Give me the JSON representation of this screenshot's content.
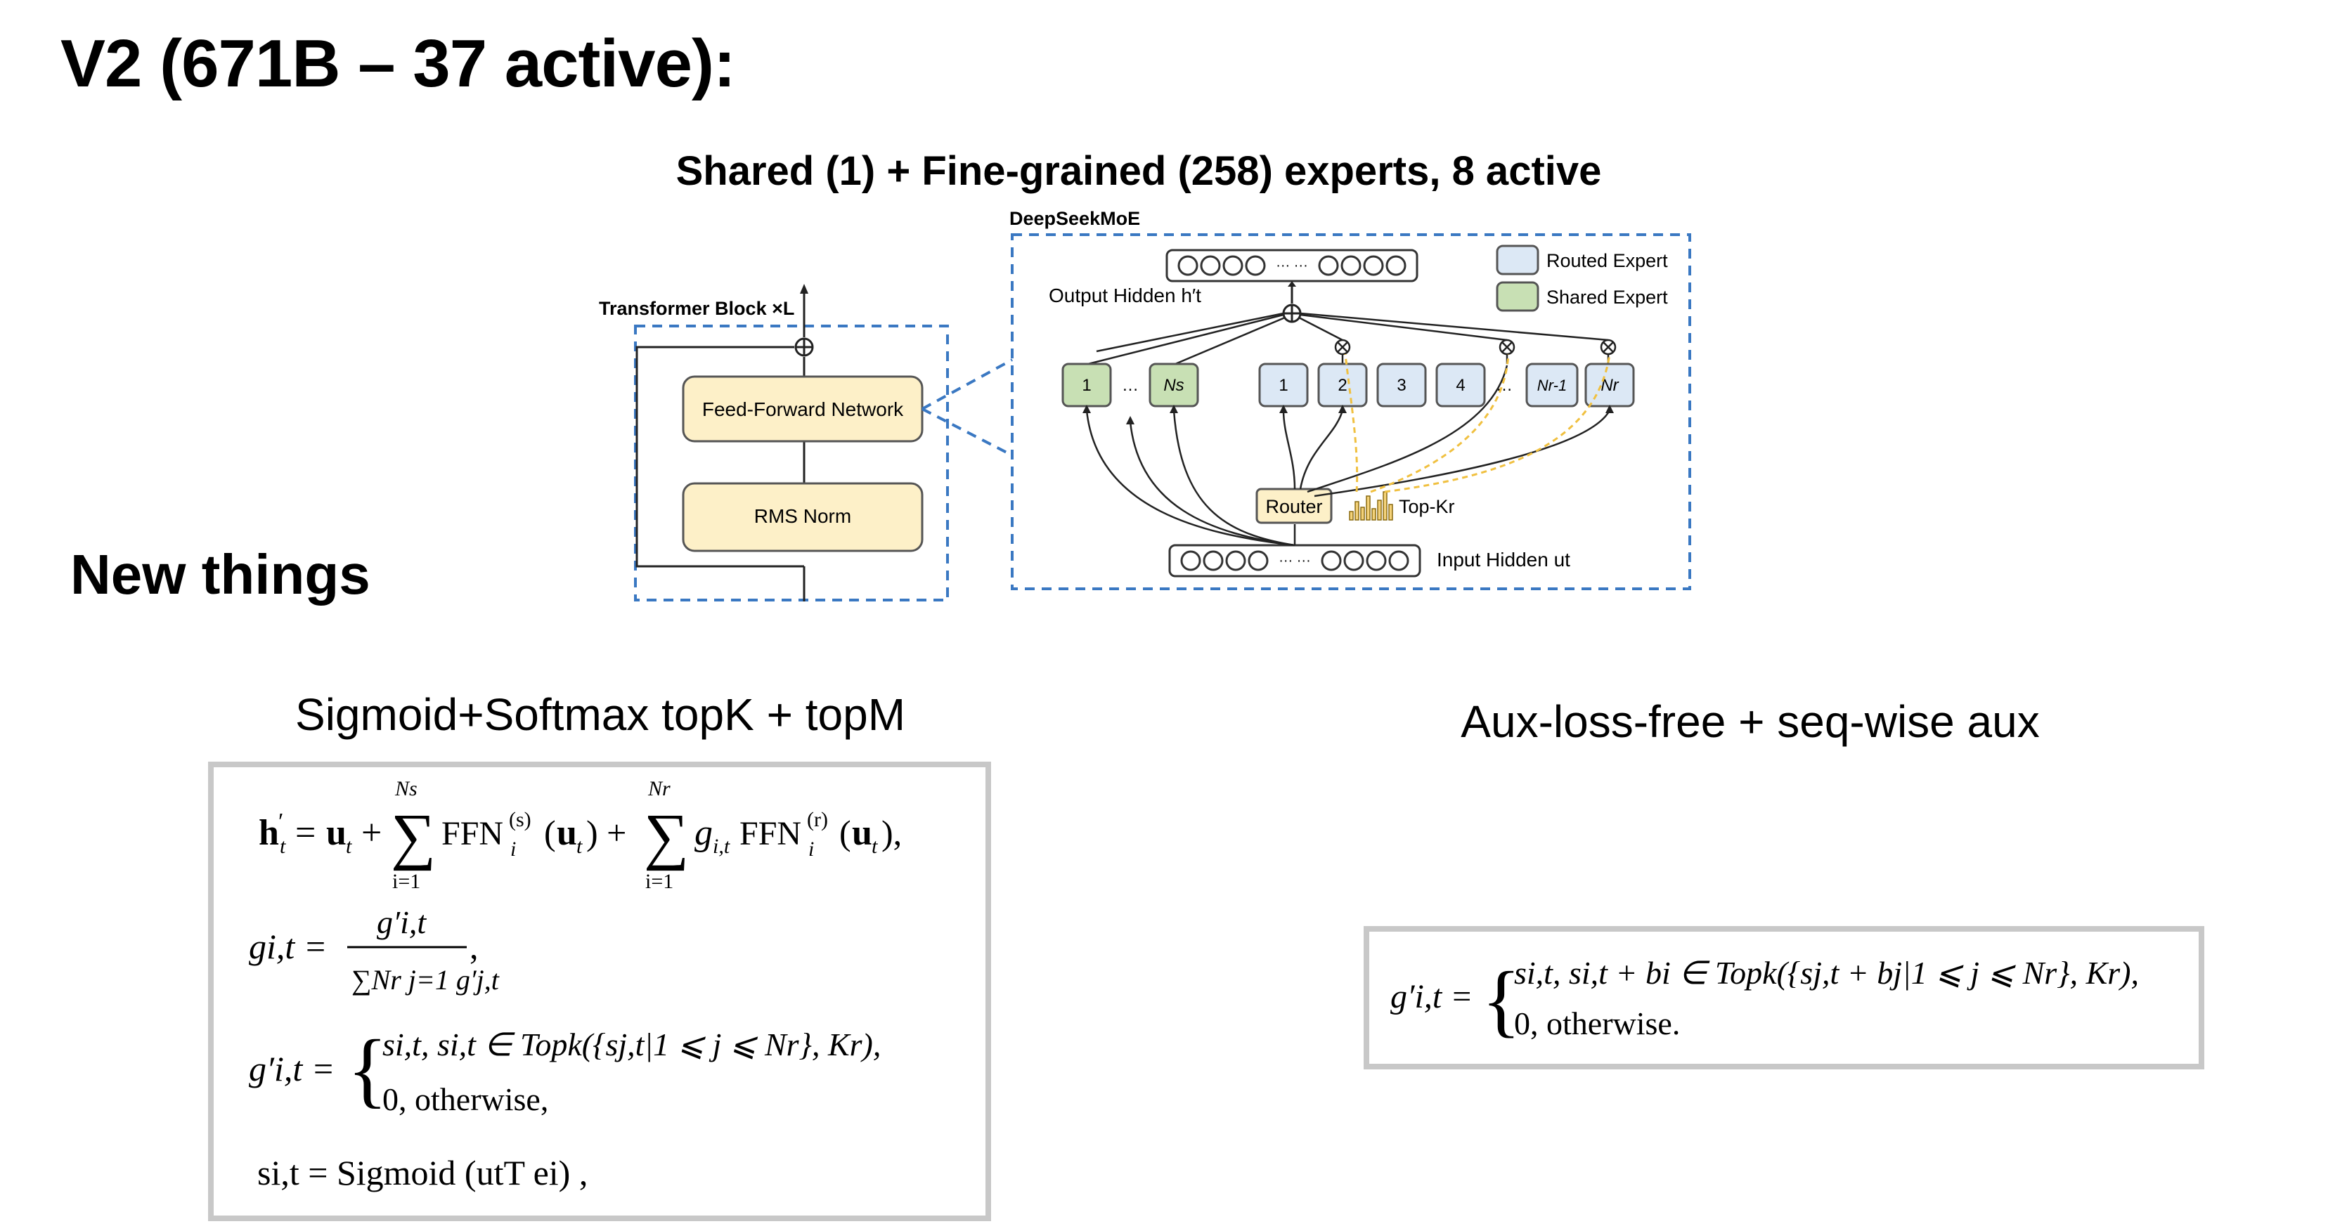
{
  "slide": {
    "title": "V2 (671B – 37 active):",
    "section_heading": "New things"
  },
  "diagram": {
    "title": "Shared (1) + Fine-grained (258) experts, 8 active",
    "moe_label": "DeepSeekMoE",
    "transformer_label": "Transformer Block ×L",
    "ffn_label": "Feed-Forward Network",
    "norm_label": "RMS Norm",
    "output_label": "Output Hidden h′t",
    "input_label": "Input Hidden ut",
    "router_label": "Router",
    "topk_label": "Top-Kr",
    "legend": {
      "routed": "Routed Expert",
      "shared": "Shared Expert"
    },
    "shared_experts": [
      "1",
      "…",
      "Ns"
    ],
    "routed_experts": [
      "1",
      "2",
      "3",
      "4",
      "…",
      "Nr-1",
      "Nr"
    ],
    "ellipsis": "··· ···",
    "colors": {
      "shared": "#c8e0b4",
      "routed": "#dce8f5",
      "yellow_box": "#fdf0c8",
      "dashed": "#3a78c2",
      "dotted_gold": "#f0c040"
    }
  },
  "left_panel": {
    "subtitle": "Sigmoid+Softmax topK + topM",
    "eq1": "h′t = ut + ∑ FFN(s)i (ut) + ∑ gi,t FFN(r)i (ut),",
    "eq1_sum1_top": "Ns",
    "eq1_sum1_bottom": "i=1",
    "eq1_sum2_top": "Nr",
    "eq1_sum2_bottom": "i=1",
    "eq2_lhs": "gi,t =",
    "eq2_num": "g′i,t",
    "eq2_den": "∑Nr j=1 g′j,t",
    "eq3_lhs": "g′i,t =",
    "eq3_case1": "si,t,    si,t ∈ Topk({sj,t|1 ⩽ j ⩽ Nr}, Kr),",
    "eq3_case2": "0,      otherwise,",
    "eq4": "si,t = Sigmoid (utT ei) ,"
  },
  "right_panel": {
    "subtitle": "Aux-loss-free + seq-wise aux",
    "eq_lhs": "g′i,t =",
    "eq_case1": "si,t,    si,t + bi ∈ Topk({sj,t + bj|1 ⩽ j ⩽ Nr}, Kr),",
    "eq_case2": "0,      otherwise."
  }
}
